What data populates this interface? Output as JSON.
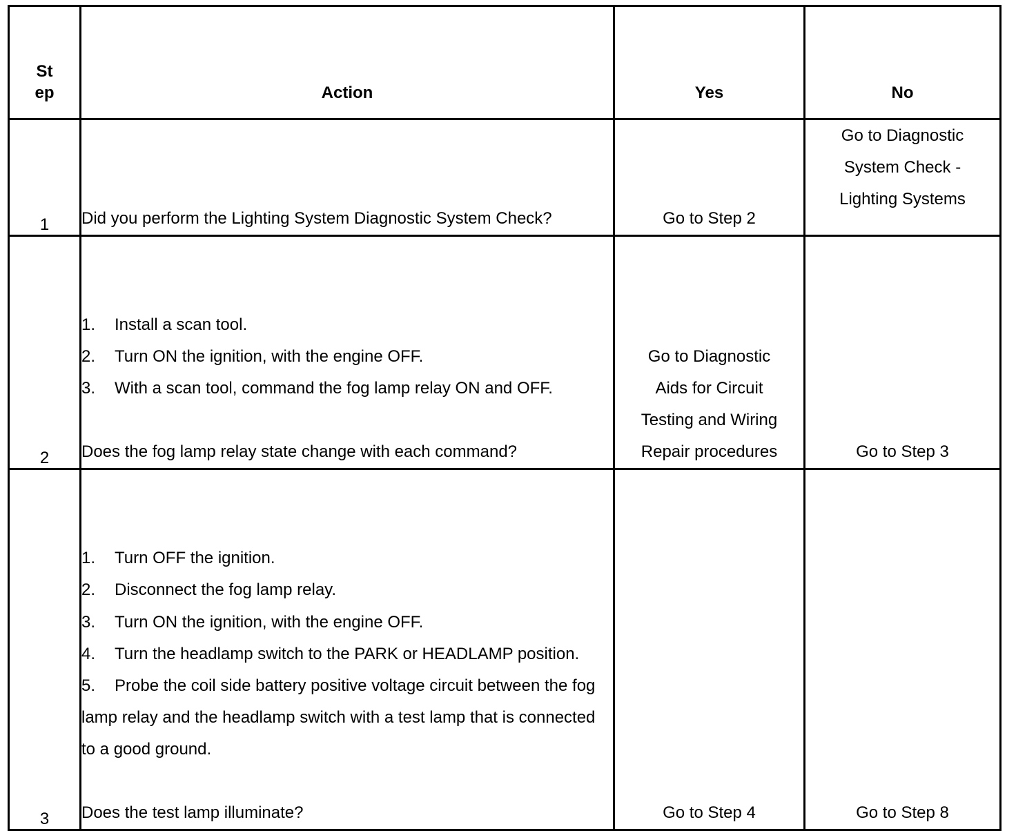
{
  "table": {
    "headers": {
      "step_line1": "St",
      "step_line2": "ep",
      "action": "Action",
      "yes": "Yes",
      "no": "No"
    },
    "rows": [
      {
        "step": "1",
        "action": {
          "type": "paragraph",
          "paragraphs": [
            "Did you perform the Lighting System Diagnostic System Check?"
          ]
        },
        "yes": {
          "align": "bottom",
          "lines": [
            "Go to Step 2"
          ]
        },
        "no": {
          "align": "top",
          "lines": [
            "Go to Diagnostic",
            "System Check -",
            "Lighting Systems"
          ]
        }
      },
      {
        "step": "2",
        "action": {
          "type": "list",
          "items": [
            {
              "num": "1.",
              "text": "Install a scan tool."
            },
            {
              "num": "2.",
              "text": "Turn ON the ignition, with the engine OFF."
            },
            {
              "num": "3.",
              "text": "With a scan tool, command the fog lamp relay ON and OFF."
            }
          ],
          "question": " Does the fog lamp relay state change with each command?"
        },
        "yes": {
          "align": "bottom",
          "lines": [
            "Go to Diagnostic",
            "Aids for Circuit",
            "Testing and Wiring",
            "Repair procedures"
          ]
        },
        "no": {
          "align": "bottom",
          "lines": [
            "Go to Step 3"
          ]
        }
      },
      {
        "step": "3",
        "action": {
          "type": "list",
          "items": [
            {
              "num": "1.",
              "text": "Turn OFF the ignition."
            },
            {
              "num": "2.",
              "text": "Disconnect the fog lamp relay."
            },
            {
              "num": "3.",
              "text": "Turn ON the ignition, with the engine OFF."
            },
            {
              "num": "4.",
              "text": "Turn the headlamp switch to the PARK or HEADLAMP position."
            },
            {
              "num": "5.",
              "text": "Probe the coil side battery positive voltage circuit between the fog lamp relay and the headlamp switch with a test lamp that is connected to a good ground."
            }
          ],
          "question": " Does the test lamp illuminate?"
        },
        "yes": {
          "align": "bottom",
          "lines": [
            "Go to Step 4"
          ]
        },
        "no": {
          "align": "bottom",
          "lines": [
            "Go to Step 8"
          ]
        }
      }
    ]
  },
  "colors": {
    "border": "#000000",
    "text": "#000000",
    "background": "#ffffff"
  }
}
